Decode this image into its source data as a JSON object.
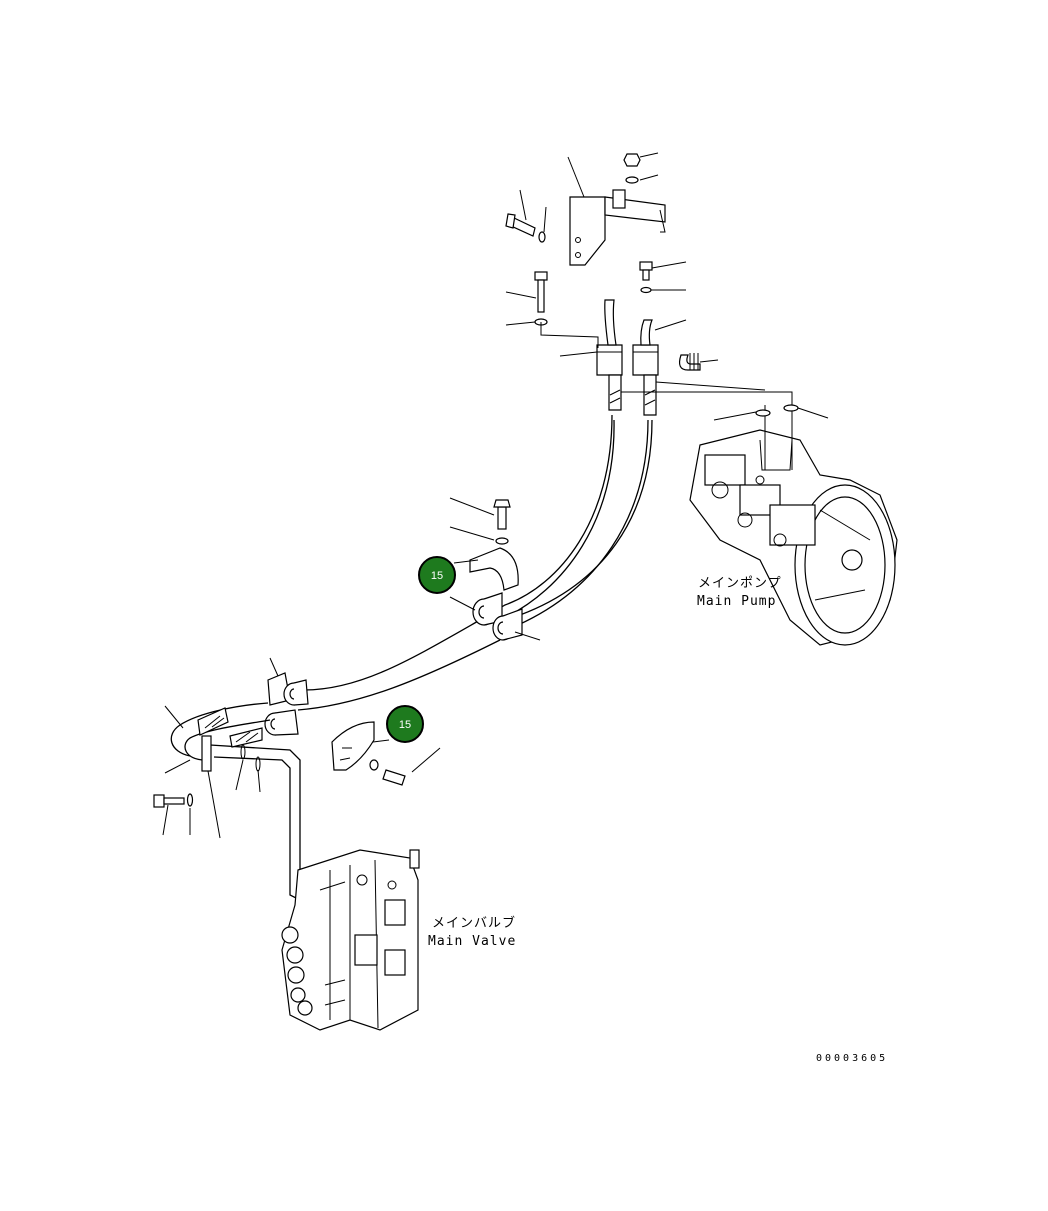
{
  "callouts": [
    {
      "number": "15",
      "color": "#1e7a1e"
    },
    {
      "number": "15",
      "color": "#1e7a1e"
    }
  ],
  "labels": {
    "main_pump_jp": "メインポンプ",
    "main_pump_en": "Main Pump",
    "main_valve_jp": "メインバルブ",
    "main_valve_en": "Main Valve"
  },
  "drawing_number": "00003605"
}
